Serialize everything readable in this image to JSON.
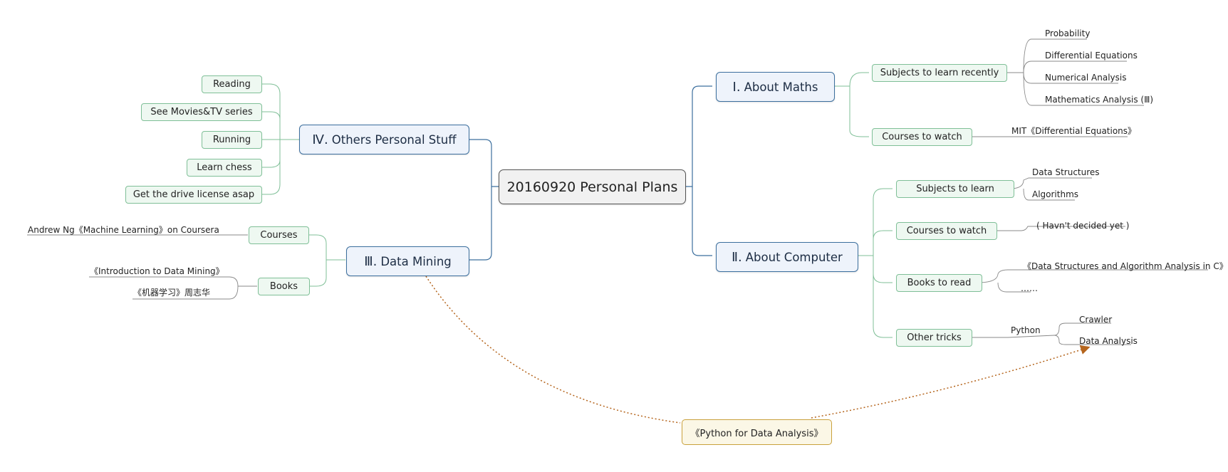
{
  "central": "20160920 Personal Plans",
  "branches": {
    "maths": {
      "num": "Ⅰ.",
      "label": "About Maths"
    },
    "computer": {
      "num": "Ⅱ.",
      "label": "About Computer"
    },
    "datamining": {
      "num": "Ⅲ.",
      "label": "Data Mining"
    },
    "others": {
      "num": "Ⅳ.",
      "label": "Others Personal Stuff"
    }
  },
  "maths": {
    "subjects": "Subjects to learn recently",
    "subjects_items": [
      "Probability",
      "Differential Equations",
      "Numerical Analysis",
      "Mathematics Analysis (Ⅲ)"
    ],
    "courses": "Courses to watch",
    "courses_items": [
      "MIT《Differential Equations》"
    ]
  },
  "computer": {
    "subjects": "Subjects to learn",
    "subjects_items": [
      "Data Structures",
      "Algorithms"
    ],
    "courses": "Courses to watch",
    "courses_items": [
      "( Havn't decided yet )"
    ],
    "books": "Books to read",
    "books_items": [
      "《Data Structures and Algorithm Analysis in C》",
      "……"
    ],
    "tricks": "Other tricks",
    "tricks_python": "Python",
    "tricks_items": [
      "Crawler",
      "Data Analysis"
    ]
  },
  "datamining": {
    "courses": "Courses",
    "courses_items": [
      "Andrew Ng《Machine Learning》on Coursera"
    ],
    "books": "Books",
    "books_items": [
      "《Introduction to Data Mining》",
      "《机器学习》周志华"
    ]
  },
  "others": {
    "items": [
      "Reading",
      "See Movies&TV series",
      "Running",
      "Learn chess",
      "Get the drive license asap"
    ]
  },
  "floating": "《Python for Data Analysis》",
  "colors": {
    "main_stroke": "#3c6f9e",
    "sub_stroke": "#7fbf97",
    "leaf_stroke": "#888888",
    "relation": "#b5651d"
  }
}
